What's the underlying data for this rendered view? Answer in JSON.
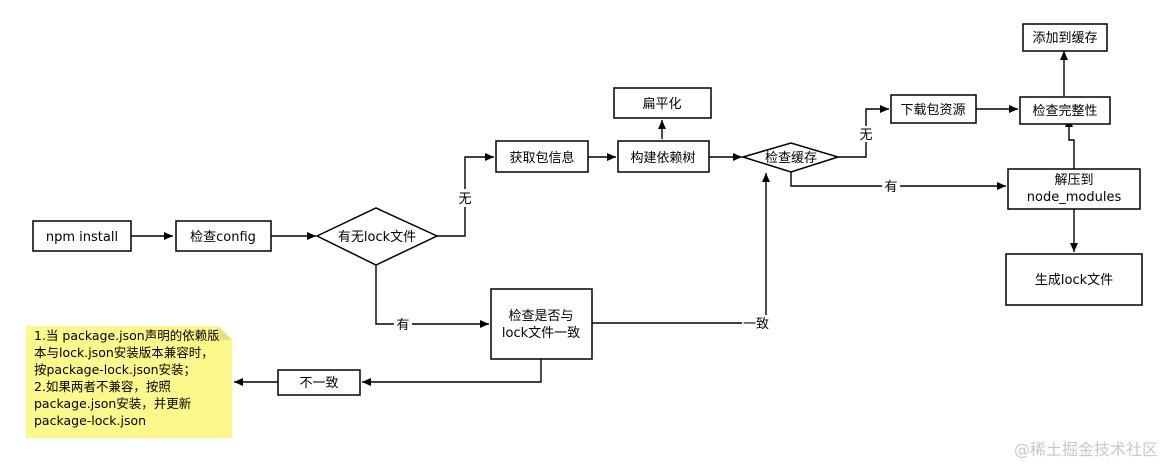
{
  "nodes": {
    "npm_install": "npm install",
    "check_config": "检查config",
    "has_lock": "有无lock文件",
    "get_pkg_info": "获取包信息",
    "build_tree": "构建依赖树",
    "flatten": "扁平化",
    "check_cache": "检查缓存",
    "download": "下载包资源",
    "check_integrity": "检查完整性",
    "add_cache": "添加到缓存",
    "unzip_line1": "解压到",
    "unzip_line2": "node_modules",
    "gen_lock": "生成lock文件",
    "check_consistent_line1": "检查是否与",
    "check_consistent_line2": "lock文件一致",
    "inconsistent": "不一致"
  },
  "edges": {
    "no_lock": "无",
    "has_lock": "有",
    "consistent": "一致",
    "no_cache": "无",
    "has_cache": "有"
  },
  "note": {
    "lines": [
      "1.当 package.json声明的依赖版",
      "本与lock.json安装版本兼容时，",
      "按package-lock.json安装；",
      "2.如果两者不兼容，按照",
      "package.json安装，并更新",
      "package-lock.json"
    ]
  },
  "watermark": "@稀土掘金技术社区"
}
